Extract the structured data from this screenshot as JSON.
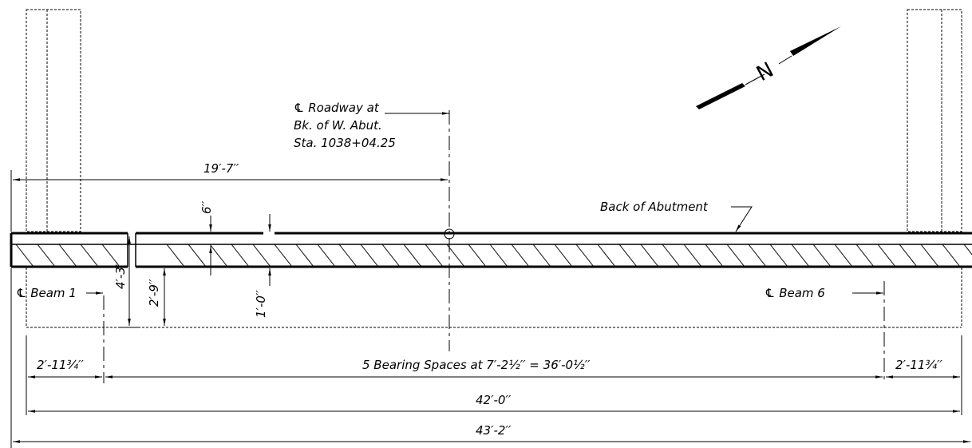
{
  "labels": {
    "roadway_line1": "℄ Roadway at",
    "roadway_line2": "Bk. of W. Abut.",
    "roadway_line3": "Sta. 1038+04.25",
    "dim_offset": "19′-7′′",
    "back_of_abutment": "Back of Abutment",
    "dim_6in": "6′′",
    "dim_1ft": "1′-0′′",
    "dim_4ft3": "4′-3′′",
    "dim_2ft9": "2′-9′′",
    "beam1": "℄ Beam 1",
    "beam6": "℄ Beam 6",
    "end_space_left": "2′-11¾′′",
    "end_space_right": "2′-11¾′′",
    "bearing_spaces": "5 Bearing Spaces at 7′-2½′′ = 36′-0½′′",
    "dim_42": "42′-0′′",
    "dim_43": "43′-2′′",
    "north": "N"
  }
}
